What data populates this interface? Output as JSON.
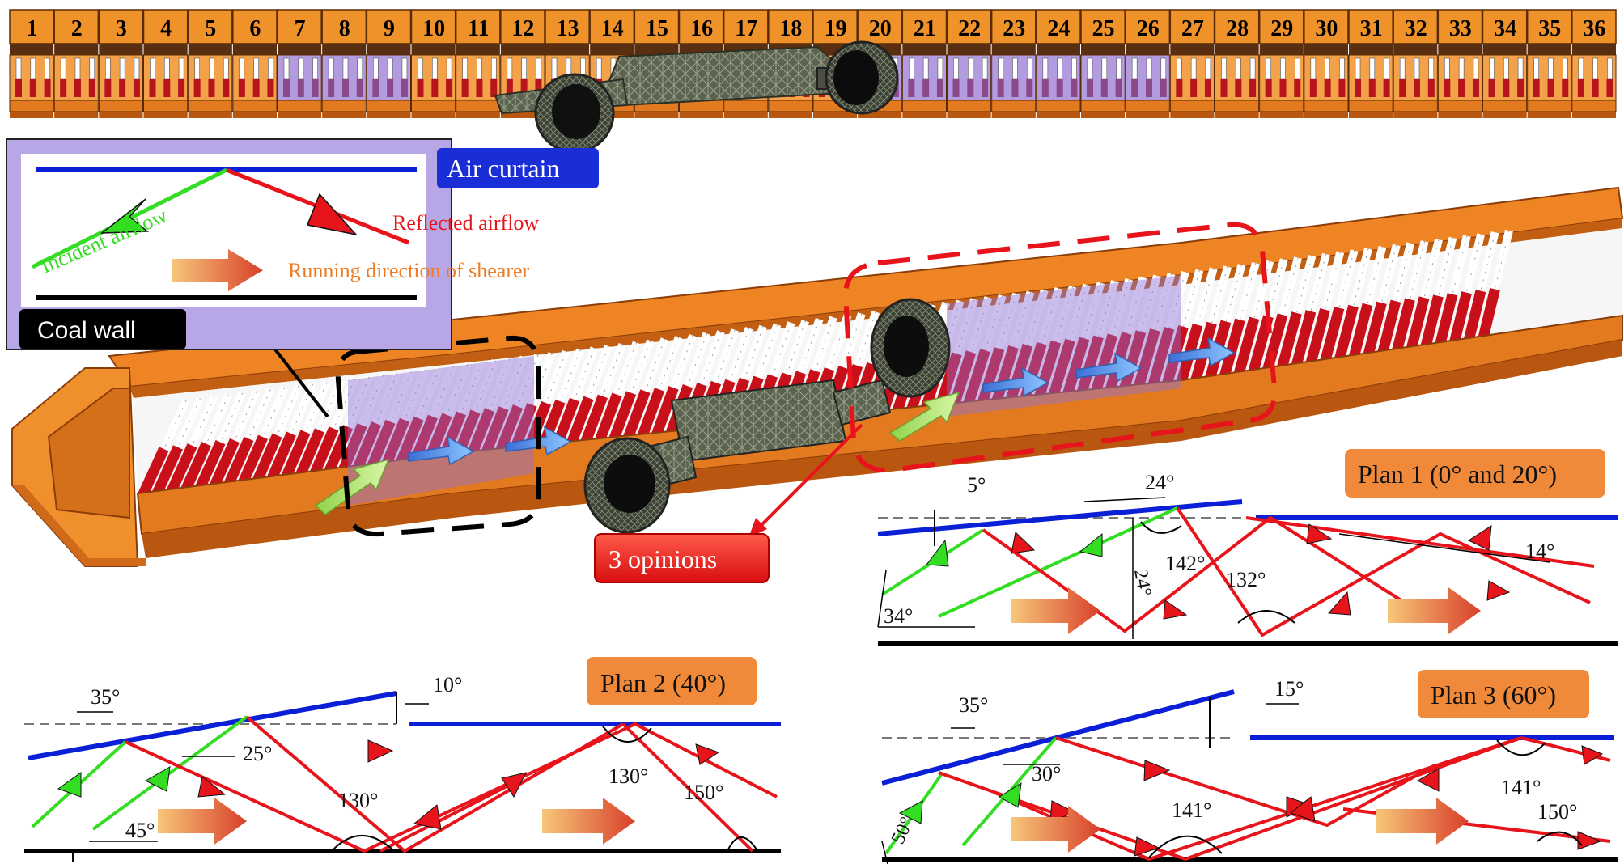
{
  "support_numbers": [
    "1",
    "2",
    "3",
    "4",
    "5",
    "6",
    "7",
    "8",
    "9",
    "10",
    "11",
    "12",
    "13",
    "14",
    "15",
    "16",
    "17",
    "18",
    "19",
    "20",
    "21",
    "22",
    "23",
    "24",
    "25",
    "26",
    "27",
    "28",
    "29",
    "30",
    "31",
    "32",
    "33",
    "34",
    "35",
    "36"
  ],
  "legend": {
    "air_curtain": "Air curtain",
    "incident_airflow": "Incident airflow",
    "reflected_airflow": "Reflected airflow",
    "running_direction": "Running direction of shearer",
    "coal_wall": "Coal wall"
  },
  "opinions_label": "3 opinions",
  "plans": [
    {
      "title": "Plan 1 (0° and 20°)",
      "angles": [
        "5°",
        "24°",
        "142°",
        "132°",
        "24°",
        "34°",
        "14°"
      ]
    },
    {
      "title": "Plan 2 (40°)",
      "angles": [
        "35°",
        "10°",
        "25°",
        "130°",
        "130°",
        "150°",
        "45°"
      ]
    },
    {
      "title": "Plan 3 (60°)",
      "angles": [
        "35°",
        "15°",
        "30°",
        "141°",
        "141°",
        "150°",
        "50°"
      ]
    }
  ],
  "colors": {
    "air_curtain_line": "#0a1fd6",
    "incident_line": "#33dd22",
    "reflected_line": "#e8141c",
    "support_orange": "#f0922a",
    "badge_orange": "#f08a3a",
    "legend_panel": "#b8a7e6",
    "opinions_red": "#e8141c"
  }
}
